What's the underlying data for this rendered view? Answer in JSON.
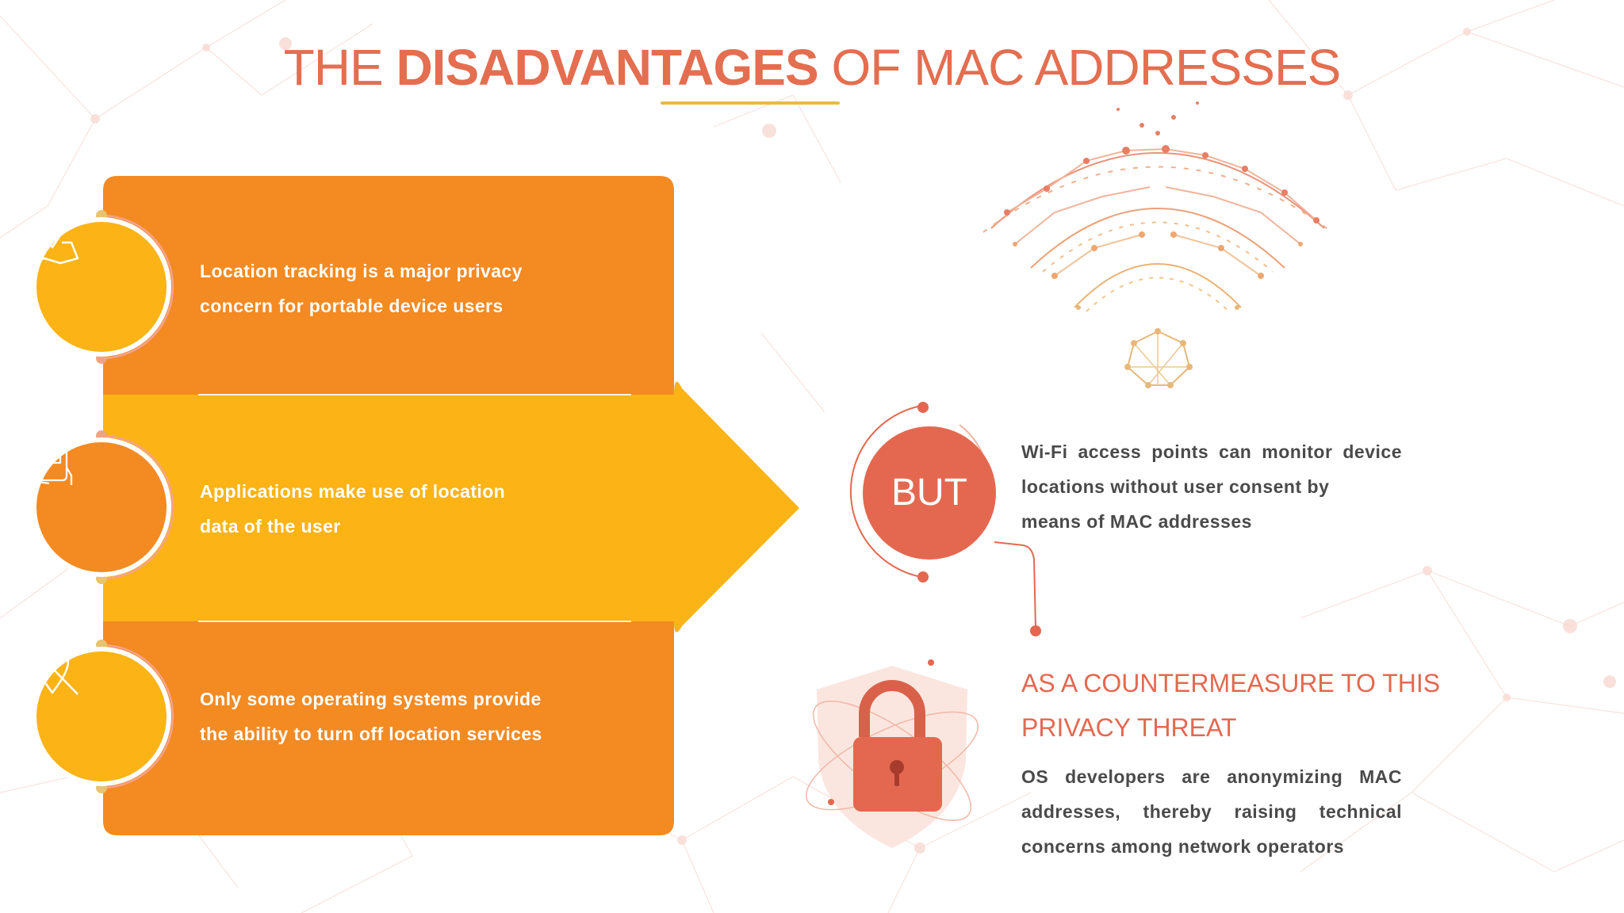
{
  "title": {
    "prefix": "THE ",
    "highlight": "DISADVANTAGES",
    "suffix": " OF MAC ADDRESSES"
  },
  "colors": {
    "accent": "#e46e50",
    "orange": "#f38a22",
    "yellow": "#fcb316",
    "underline": "#e9b948",
    "text_dark": "#4a4a4a"
  },
  "left_panel": {
    "items": [
      {
        "icon": "location-map-icon",
        "lines": [
          "Location tracking is  a major privacy",
          "concern for portable device  users"
        ]
      },
      {
        "icon": "phone-in-hand-icon",
        "lines": [
          "Applications make use of location",
          "data of the user"
        ]
      },
      {
        "icon": "location-off-icon",
        "lines": [
          "Only some operating systems provide",
          "the ability to turn off location  services"
        ]
      }
    ]
  },
  "right_panel": {
    "wifi_icon": "wifi-network-icon",
    "but_label": "BUT",
    "but_lines": [
      "Wi-Fi  access  points  can  monitor  device",
      "locations without user consent  by",
      "means of MAC  addresses"
    ],
    "lock_icon": "padlock-shield-icon",
    "countermeasure_lines": [
      "AS  A  COUNTERMEASURE  TO  THIS",
      "PRIVACY THREAT"
    ],
    "countermeasure_text": [
      "OS  developers  are  anonymizing  MAC",
      "addresses,  thereby  raising  technical",
      "concerns among network  operators"
    ]
  }
}
